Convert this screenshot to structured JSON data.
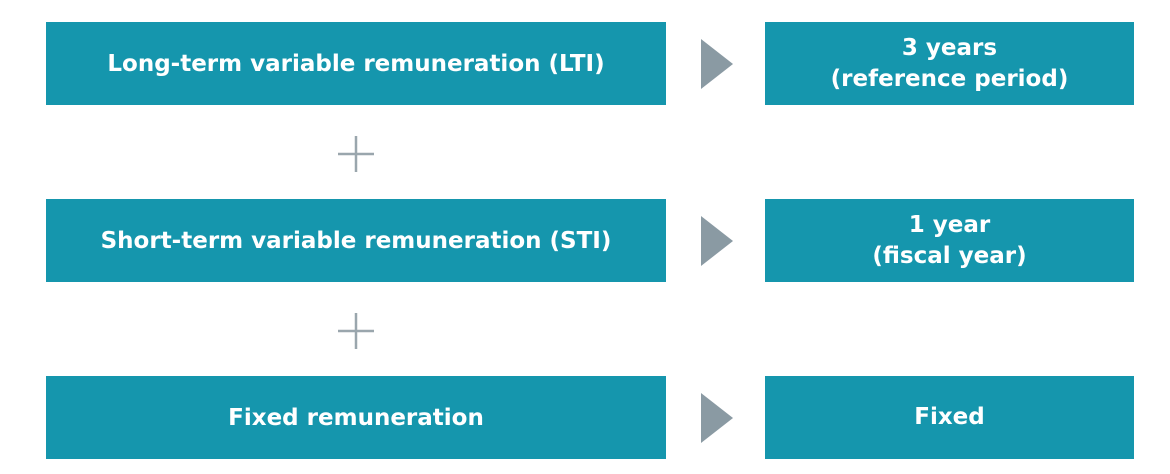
{
  "rows": [
    {
      "left_label": "Long-term variable remuneration (LTI)",
      "right_line1": "3 years",
      "right_line2": "(reference period)"
    },
    {
      "left_label": "Short-term variable remuneration (STI)",
      "right_line1": "1 year",
      "right_line2": "(fiscal year)"
    },
    {
      "left_label": "Fixed remuneration",
      "right_line1": "Fixed",
      "right_line2": ""
    }
  ],
  "colors": {
    "box": "#1596ad",
    "arrow": "#8a9aa3",
    "plus": "#9aa6ad"
  },
  "icons": {
    "arrow": "triangle-right-icon",
    "plus": "plus-icon"
  }
}
